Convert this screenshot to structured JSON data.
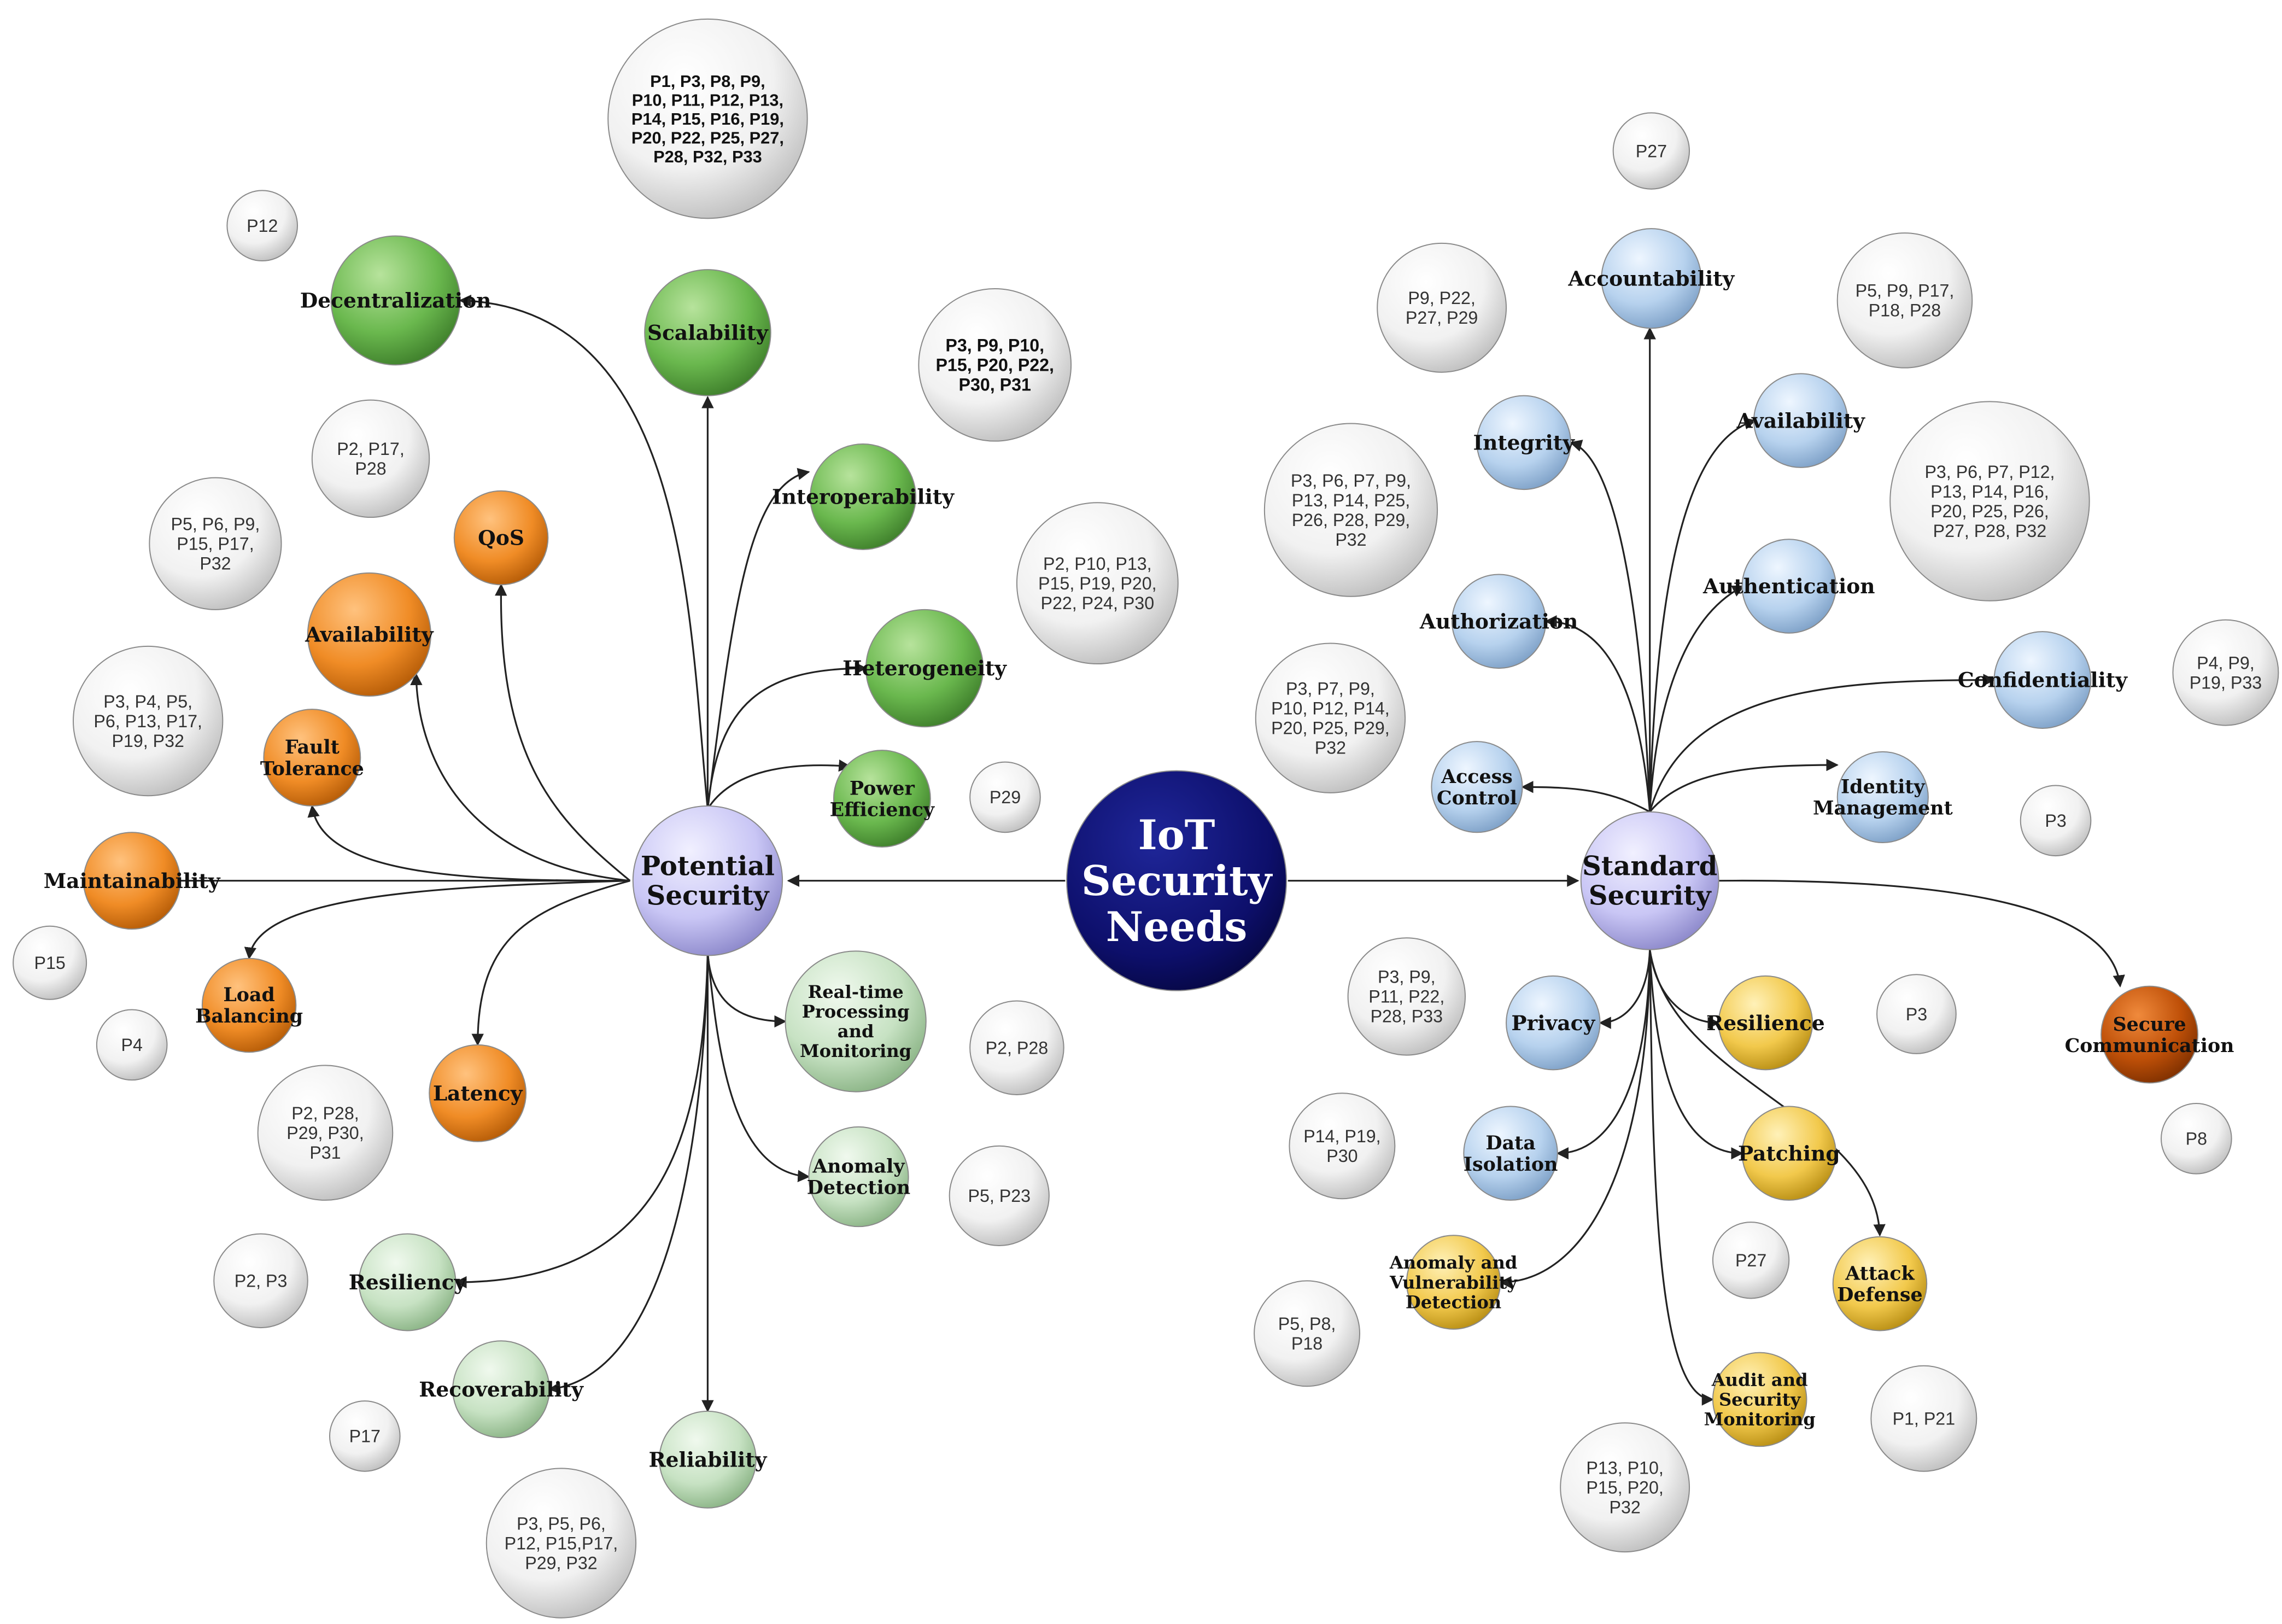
{
  "center": {
    "title_lines": [
      "IoT",
      "Security",
      "Needs"
    ]
  },
  "hubs": {
    "potential": {
      "lines": [
        "Potential",
        "Security"
      ]
    },
    "standard": {
      "lines": [
        "Standard",
        "Security"
      ]
    }
  },
  "colors": {
    "center": "#0d0f6b",
    "hub": "#c9c6f5",
    "green": "#6ab84e",
    "orange": "#f08c26",
    "pale_green": "#c7e2c3",
    "blue": "#b7d2ee",
    "yellow": "#f2c94c",
    "dark_orange": "#bf5008",
    "reference": "#f4f4f4"
  },
  "nodes": [
    {
      "id": "decentralization",
      "lines": [
        "Decentralization"
      ],
      "color": "green"
    },
    {
      "id": "scalability",
      "lines": [
        "Scalability"
      ],
      "color": "green"
    },
    {
      "id": "interoperability",
      "lines": [
        "Interoperability"
      ],
      "color": "green"
    },
    {
      "id": "heterogeneity",
      "lines": [
        "Heterogeneity"
      ],
      "color": "green"
    },
    {
      "id": "power-efficiency",
      "lines": [
        "Power",
        "Efficiency"
      ],
      "color": "green"
    },
    {
      "id": "qos",
      "lines": [
        "QoS"
      ],
      "color": "orange"
    },
    {
      "id": "availability-p",
      "lines": [
        "Availability"
      ],
      "color": "orange"
    },
    {
      "id": "fault-tolerance",
      "lines": [
        "Fault",
        "Tolerance"
      ],
      "color": "orange"
    },
    {
      "id": "maintainability",
      "lines": [
        "Maintainability"
      ],
      "color": "orange"
    },
    {
      "id": "load-balancing",
      "lines": [
        "Load",
        "Balancing"
      ],
      "color": "orange"
    },
    {
      "id": "latency",
      "lines": [
        "Latency"
      ],
      "color": "orange"
    },
    {
      "id": "real-time",
      "lines": [
        "Real-time",
        "Processing",
        "and",
        "Monitoring"
      ],
      "color": "pale_green"
    },
    {
      "id": "anomaly-detection",
      "lines": [
        "Anomaly",
        "Detection"
      ],
      "color": "pale_green"
    },
    {
      "id": "resiliency",
      "lines": [
        "Resiliency"
      ],
      "color": "pale_green"
    },
    {
      "id": "recoverability",
      "lines": [
        "Recoverability"
      ],
      "color": "pale_green"
    },
    {
      "id": "reliability",
      "lines": [
        "Reliability"
      ],
      "color": "pale_green"
    },
    {
      "id": "accountability",
      "lines": [
        "Accountability"
      ],
      "color": "blue"
    },
    {
      "id": "integrity",
      "lines": [
        "Integrity"
      ],
      "color": "blue"
    },
    {
      "id": "availability-s",
      "lines": [
        "Availability"
      ],
      "color": "blue"
    },
    {
      "id": "authorization",
      "lines": [
        "Authorization"
      ],
      "color": "blue"
    },
    {
      "id": "authentication",
      "lines": [
        "Authentication"
      ],
      "color": "blue"
    },
    {
      "id": "confidentiality",
      "lines": [
        "Confidentiality"
      ],
      "color": "blue"
    },
    {
      "id": "access-control",
      "lines": [
        "Access",
        "Control"
      ],
      "color": "blue"
    },
    {
      "id": "identity-management",
      "lines": [
        "Identity",
        "Management"
      ],
      "color": "blue"
    },
    {
      "id": "privacy",
      "lines": [
        "Privacy"
      ],
      "color": "blue"
    },
    {
      "id": "data-isolation",
      "lines": [
        "Data",
        "Isolation"
      ],
      "color": "blue"
    },
    {
      "id": "resilience",
      "lines": [
        "Resilience"
      ],
      "color": "yellow"
    },
    {
      "id": "patching",
      "lines": [
        "Patching"
      ],
      "color": "yellow"
    },
    {
      "id": "attack-defense",
      "lines": [
        "Attack",
        "Defense"
      ],
      "color": "yellow"
    },
    {
      "id": "anomaly-vulnerability",
      "lines": [
        "Anomaly and",
        "Vulnerability",
        "Detection"
      ],
      "color": "yellow"
    },
    {
      "id": "audit-monitoring",
      "lines": [
        "Audit and",
        "Security",
        "Monitoring"
      ],
      "color": "yellow"
    },
    {
      "id": "secure-communication",
      "lines": [
        "Secure",
        "Communication"
      ],
      "color": "dark_orange"
    }
  ],
  "references": [
    {
      "id": "ref-scalability",
      "lines": [
        "P1, P3,  P8, P9,",
        "P10, P11, P12, P13,",
        "P14, P15, P16, P19,",
        "P20, P22, P25, P27,",
        "P28, P32, P33"
      ],
      "bold": true
    },
    {
      "id": "ref-decentralization",
      "lines": [
        "P12"
      ]
    },
    {
      "id": "ref-interoperability",
      "lines": [
        "P3, P9, P10,",
        "P15, P20, P22,",
        "P30, P31"
      ],
      "bold": true
    },
    {
      "id": "ref-qos",
      "lines": [
        "P2, P17,",
        "P28"
      ]
    },
    {
      "id": "ref-availability-p",
      "lines": [
        "P5, P6, P9,",
        "P15, P17,",
        "P32"
      ]
    },
    {
      "id": "ref-heterogeneity",
      "lines": [
        "P2, P10, P13,",
        "P15, P19, P20,",
        "P22, P24, P30"
      ]
    },
    {
      "id": "ref-fault-tolerance",
      "lines": [
        "P3, P4, P5,",
        "P6, P13, P17,",
        "P19, P32"
      ]
    },
    {
      "id": "ref-power-efficiency",
      "lines": [
        "P29"
      ]
    },
    {
      "id": "ref-maintainability",
      "lines": [
        "P15"
      ]
    },
    {
      "id": "ref-load-balancing",
      "lines": [
        "P4"
      ]
    },
    {
      "id": "ref-latency",
      "lines": [
        "P2, P28,",
        "P29, P30,",
        "P31"
      ]
    },
    {
      "id": "ref-real-time",
      "lines": [
        "P2, P28"
      ]
    },
    {
      "id": "ref-anomaly-detection",
      "lines": [
        "P5, P23"
      ]
    },
    {
      "id": "ref-resiliency",
      "lines": [
        "P2, P3"
      ]
    },
    {
      "id": "ref-recoverability",
      "lines": [
        "P17"
      ]
    },
    {
      "id": "ref-reliability",
      "lines": [
        "P3, P5, P6,",
        "P12, P15,P17,",
        "P29, P32"
      ]
    },
    {
      "id": "ref-accountability",
      "lines": [
        "P27"
      ]
    },
    {
      "id": "ref-integrity",
      "lines": [
        "P9, P22,",
        "P27, P29"
      ]
    },
    {
      "id": "ref-availability-s",
      "lines": [
        "P5, P9, P17,",
        "P18, P28"
      ]
    },
    {
      "id": "ref-authorization",
      "lines": [
        "P3, P6, P7, P9,",
        "P13, P14, P25,",
        "P26, P28, P29,",
        "P32"
      ]
    },
    {
      "id": "ref-authentication",
      "lines": [
        "P3, P6, P7, P12,",
        "P13, P14, P16,",
        "P20, P25, P26,",
        "P27, P28, P32"
      ]
    },
    {
      "id": "ref-confidentiality",
      "lines": [
        "P4, P9,",
        "P19, P33"
      ]
    },
    {
      "id": "ref-access-control",
      "lines": [
        "P3, P7, P9,",
        "P10, P12, P14,",
        "P20, P25, P29,",
        "P32"
      ]
    },
    {
      "id": "ref-identity-management",
      "lines": [
        "P3"
      ]
    },
    {
      "id": "ref-privacy",
      "lines": [
        "P3, P9,",
        "P11, P22,",
        "P28, P33"
      ]
    },
    {
      "id": "ref-resilience",
      "lines": [
        "P3"
      ]
    },
    {
      "id": "ref-secure-communication",
      "lines": [
        "P8"
      ]
    },
    {
      "id": "ref-data-isolation",
      "lines": [
        "P14, P19,",
        "P30"
      ]
    },
    {
      "id": "ref-attack-defense",
      "lines": [
        "P27"
      ]
    },
    {
      "id": "ref-anomaly-vulnerability",
      "lines": [
        "P5, P8,",
        "P18"
      ]
    },
    {
      "id": "ref-audit-monitoring",
      "lines": [
        "P1, P21"
      ]
    },
    {
      "id": "ref-audit-monitoring-2",
      "lines": [
        "P13, P10,",
        "P15, P20,",
        "P32"
      ]
    }
  ]
}
